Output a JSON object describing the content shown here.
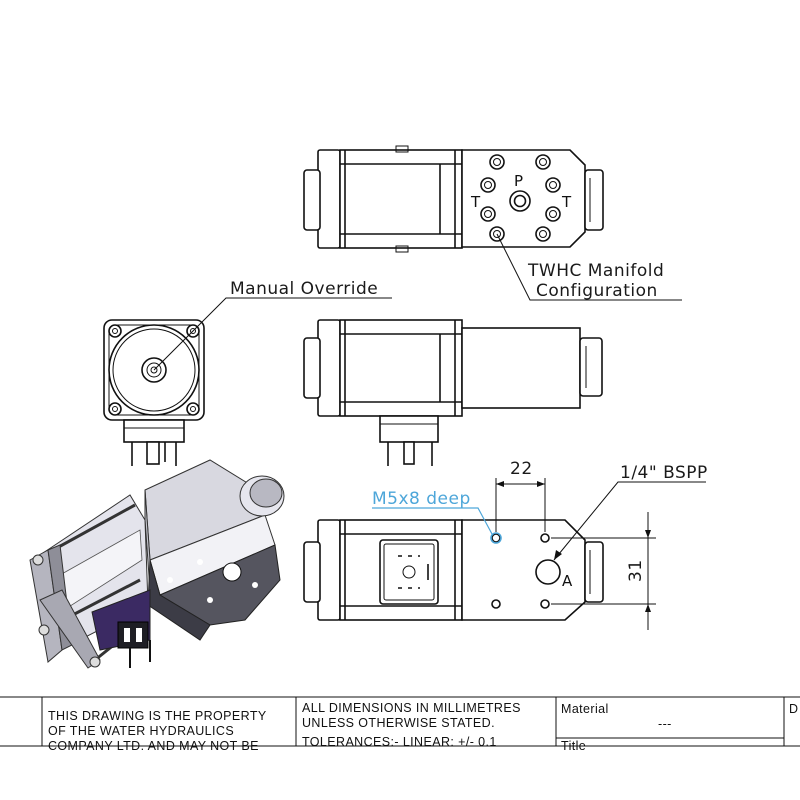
{
  "labels": {
    "manual_override": "Manual Override",
    "manifold_line1": "TWHC Manifold",
    "manifold_line2": "Configuration",
    "port_p": "P",
    "port_t_left": "T",
    "port_t_right": "T",
    "port_a": "A",
    "thread_callout": "1/4\" BSPP",
    "tapped_hole_callout": "M5x8 deep",
    "dim_horizontal": "22",
    "dim_vertical": "31"
  },
  "title_block": {
    "property_line1": "THIS DRAWING IS THE PROPERTY",
    "property_line2": "OF THE WATER HYDRAULICS",
    "property_line3": "COMPANY LTD. AND MAY NOT BE",
    "dims_line1": "ALL DIMENSIONS IN MILLIMETRES",
    "dims_line2": "UNLESS OTHERWISE STATED.",
    "dims_line3": "TOLERANCES:- LINEAR: +/- 0.1",
    "material_label": "Material",
    "material_value": "---",
    "title_label": "Title",
    "drawn_label": "D"
  },
  "colors": {
    "line": "#111111",
    "callout_blue": "#4da6d9",
    "render_dark": "#5a5a66",
    "render_light": "#e2e2ea",
    "render_purple": "#3b2a63"
  }
}
